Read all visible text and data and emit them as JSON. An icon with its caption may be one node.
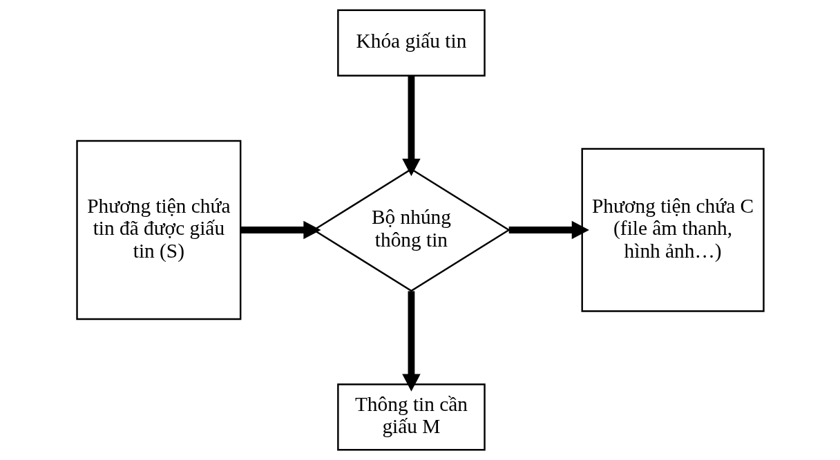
{
  "diagram": {
    "nodes": [
      {
        "text": [
          "Khóa giấu tin"
        ]
      },
      {
        "text": [
          "Phương tiện chứa tin đã được giấu tin (S)"
        ]
      },
      {
        "text": [
          "Bộ nhúng thông tin"
        ]
      },
      {
        "text": [
          "Phương tiện chứa C (file âm thanh, hình ảnh…)"
        ]
      },
      {
        "text": [
          "Thông tin cần giấu M"
        ]
      }
    ],
    "edges": [
      {
        "from": 0,
        "to": 2,
        "arrow": "to"
      },
      {
        "from": 1,
        "to": 2,
        "arrow": "to"
      },
      {
        "from": 2,
        "to": 3,
        "arrow": "to"
      },
      {
        "from": 2,
        "to": 4,
        "arrow": "to"
      }
    ]
  }
}
